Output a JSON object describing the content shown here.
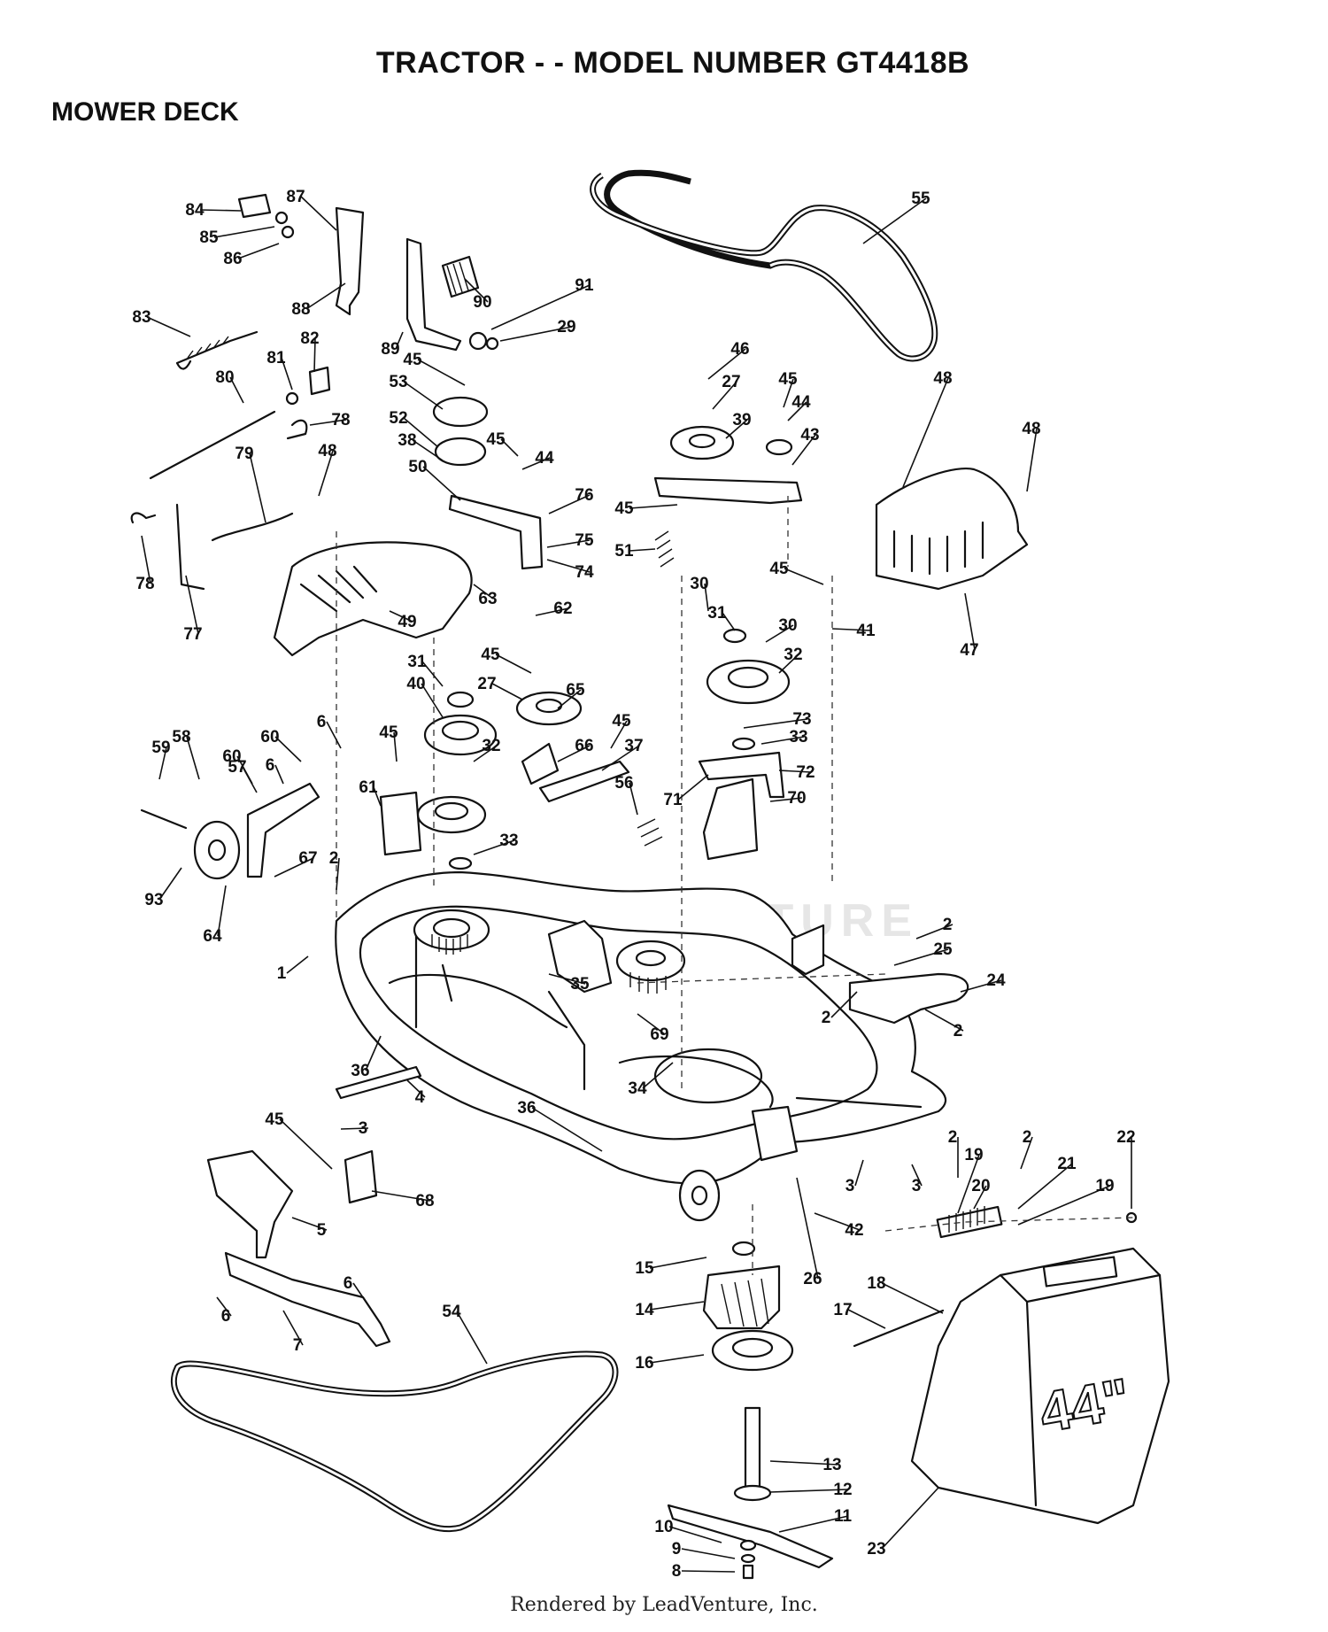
{
  "header": {
    "title": "TRACTOR - - MODEL NUMBER GT4418B",
    "section": "MOWER DECK"
  },
  "footer": {
    "rendered_by": "Rendered by LeadVenture, Inc."
  },
  "watermark": {
    "text": "LEADVENTURE"
  },
  "collector": {
    "size_label": "44\""
  },
  "callouts": [
    "1",
    "2",
    "3",
    "4",
    "5",
    "6",
    "7",
    "8",
    "9",
    "10",
    "11",
    "12",
    "13",
    "14",
    "15",
    "16",
    "17",
    "18",
    "19",
    "20",
    "21",
    "22",
    "23",
    "24",
    "25",
    "26",
    "27",
    "29",
    "30",
    "31",
    "32",
    "33",
    "34",
    "35",
    "36",
    "37",
    "38",
    "39",
    "40",
    "41",
    "42",
    "43",
    "44",
    "45",
    "46",
    "47",
    "48",
    "49",
    "50",
    "51",
    "52",
    "53",
    "54",
    "55",
    "56",
    "57",
    "58",
    "59",
    "60",
    "61",
    "62",
    "63",
    "64",
    "65",
    "66",
    "67",
    "68",
    "69",
    "70",
    "71",
    "72",
    "73",
    "74",
    "75",
    "76",
    "77",
    "78",
    "79",
    "80",
    "81",
    "82",
    "83",
    "84",
    "85",
    "86",
    "87",
    "88",
    "89",
    "90",
    "91",
    "93"
  ]
}
